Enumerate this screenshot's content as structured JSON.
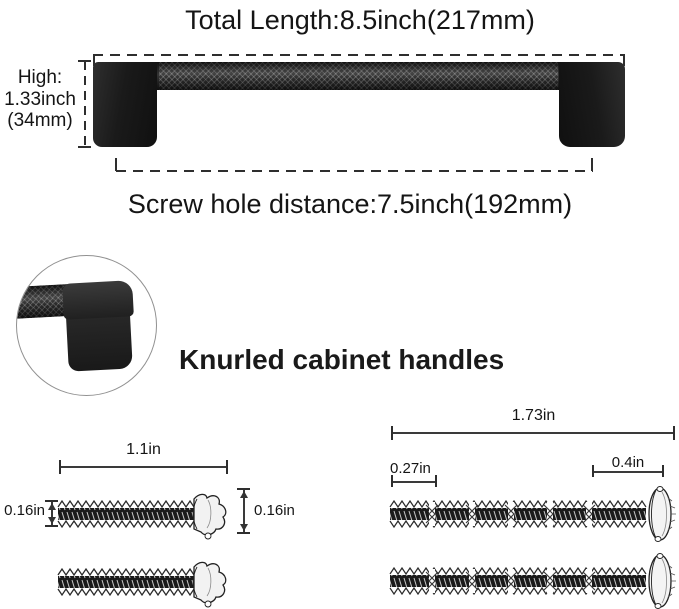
{
  "title": {
    "total_length": "Total Length:8.5inch(217mm)"
  },
  "handle": {
    "height": {
      "line1": "High:",
      "line2": "1.33inch",
      "line3": "(34mm)"
    },
    "screw_hole_distance": "Screw hole distance:7.5inch(192mm)"
  },
  "detail_view": {
    "caption": "Knurled cabinet handles"
  },
  "screws": {
    "short": {
      "length": "1.1in",
      "rod_diameter": "0.16in",
      "head_diameter": "0.16in"
    },
    "long": {
      "length": "1.73in",
      "first_segment": "0.27in",
      "last_segment": "0.4in"
    }
  },
  "colors": {
    "background": "#ffffff",
    "text": "#151515",
    "dimension_line": "#333333",
    "handle_black": "#1c1c1c",
    "detail_circle_stroke": "#919191"
  }
}
